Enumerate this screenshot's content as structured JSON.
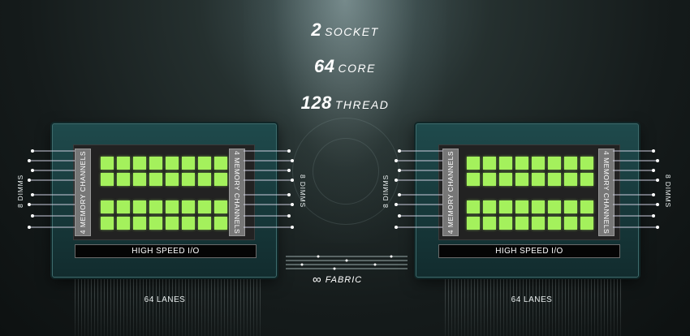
{
  "stats": [
    {
      "number": "2",
      "label": "SOCKET"
    },
    {
      "number": "64",
      "label": "CORE"
    },
    {
      "number": "128",
      "label": "THREAD"
    }
  ],
  "sockets": [
    {
      "io_label": "HIGH SPEED I/O",
      "memory_left": "4 MEMORY CHANNELS",
      "memory_right": "4 MEMORY CHANNELS",
      "dimm_left": "8 DIMMS",
      "dimm_right": "8 DIMMS",
      "lanes_label": "64 LANES"
    },
    {
      "io_label": "HIGH SPEED I/O",
      "memory_left": "4 MEMORY CHANNELS",
      "memory_right": "4 MEMORY CHANNELS",
      "dimm_left": "8 DIMMS",
      "dimm_right": "8 DIMMS",
      "lanes_label": "64 LANES"
    }
  ],
  "fabric": {
    "label": "FABRIC",
    "icon": "infinity-icon"
  },
  "colors": {
    "core": "#a4f15c",
    "package": "#1f4a4c",
    "memory_block": "#777777",
    "io_bar": "#050505"
  }
}
